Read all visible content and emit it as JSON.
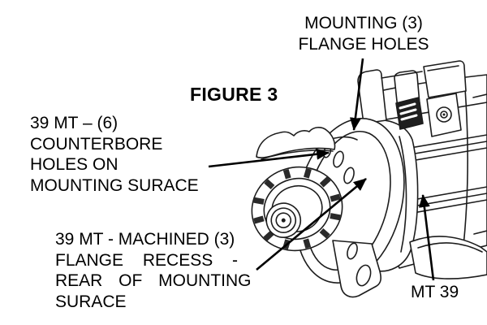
{
  "figure_title": "FIGURE 3",
  "labels": {
    "mounting": {
      "lines": [
        "MOUNTING (3)",
        "FLANGE HOLES"
      ]
    },
    "counterbore": {
      "lines": [
        "39 MT – (6)",
        "COUNTERBORE",
        "HOLES ON",
        "MOUNTING SURACE"
      ]
    },
    "machined": {
      "lines": [
        "39 MT - MACHINED (3)",
        "FLANGE RECESS -",
        "REAR OF MOUNTING",
        "SURACE"
      ]
    },
    "mt39": {
      "text": "MT 39"
    }
  },
  "arrows": [
    {
      "from_label": "MOUNTING (3) FLANGE HOLES",
      "target": "flange holes at top of mounting flange"
    },
    {
      "from_label": "39 MT – (6) COUNTERBORE HOLES ON MOUNTING SURACE",
      "target": "counterbore holes on mounting surface"
    },
    {
      "from_label": "39 MT - MACHINED (3) FLANGE RECESS - REAR OF MOUNTING SURACE",
      "target": "machined flange recess"
    },
    {
      "from_label": "MT 39",
      "target": "starter motor body"
    }
  ],
  "colors": {
    "ink": "#000000",
    "line": "#1c1c1c",
    "background": "#ffffff"
  }
}
